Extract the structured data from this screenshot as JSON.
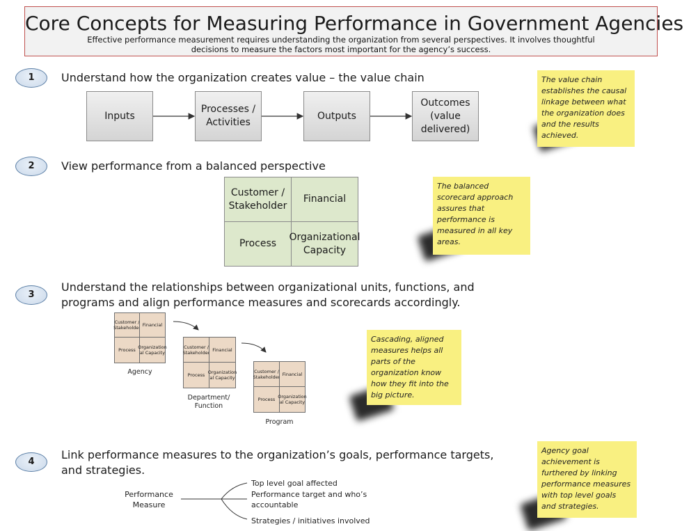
{
  "header": {
    "title": "Core Concepts for Measuring Performance in Government Agencies",
    "subtitle": "Effective performance measurement requires understanding the organization from several perspectives. It involves thoughtful decisions to measure the factors most important for the agency’s success."
  },
  "steps": [
    {
      "number": "1",
      "heading": "Understand how the organization creates value – the value chain"
    },
    {
      "number": "2",
      "heading": "View performance from a balanced perspective"
    },
    {
      "number": "3",
      "heading": "Understand the relationships between organizational units, functions, and programs and align performance measures and scorecards accordingly."
    },
    {
      "number": "4",
      "heading": "Link performance measures to the organization’s goals, performance targets, and strategies."
    }
  ],
  "value_chain": [
    "Inputs",
    "Processes / Activities",
    "Outputs",
    "Outcomes (value delivered)"
  ],
  "scorecard": {
    "customer": "Customer / Stakeholder",
    "financial": "Financial",
    "process": "Process",
    "capacity": "Organizational Capacity"
  },
  "mini_scorecard": {
    "customer": "Customer / Stakeholder",
    "financial": "Financial",
    "process": "Process",
    "capacity": "Organization al Capacity"
  },
  "cascade_labels": [
    "Agency",
    "Department/ Function",
    "Program"
  ],
  "measure_links": {
    "source": "Performance Measure",
    "targets": [
      "Top level goal affected",
      "Performance target and who’s accountable",
      "Strategies / initiatives involved"
    ]
  },
  "notes": [
    "The value chain establishes the causal linkage between what the organization does and the results achieved.",
    "The balanced scorecard approach assures that performance is measured in all key areas.",
    "Cascading, aligned measures helps all parts of the organization know how they fit into the big picture.",
    "Agency goal achievement is furthered by linking performance measures with top level goals and strategies."
  ],
  "colors": {
    "title_border": "#c0504d",
    "note_fill": "#f9f081",
    "scorecard_fill": "#dde8cc",
    "mini_scorecard_fill": "#ecd9c6",
    "step_oval_border": "#5b7fa6"
  }
}
